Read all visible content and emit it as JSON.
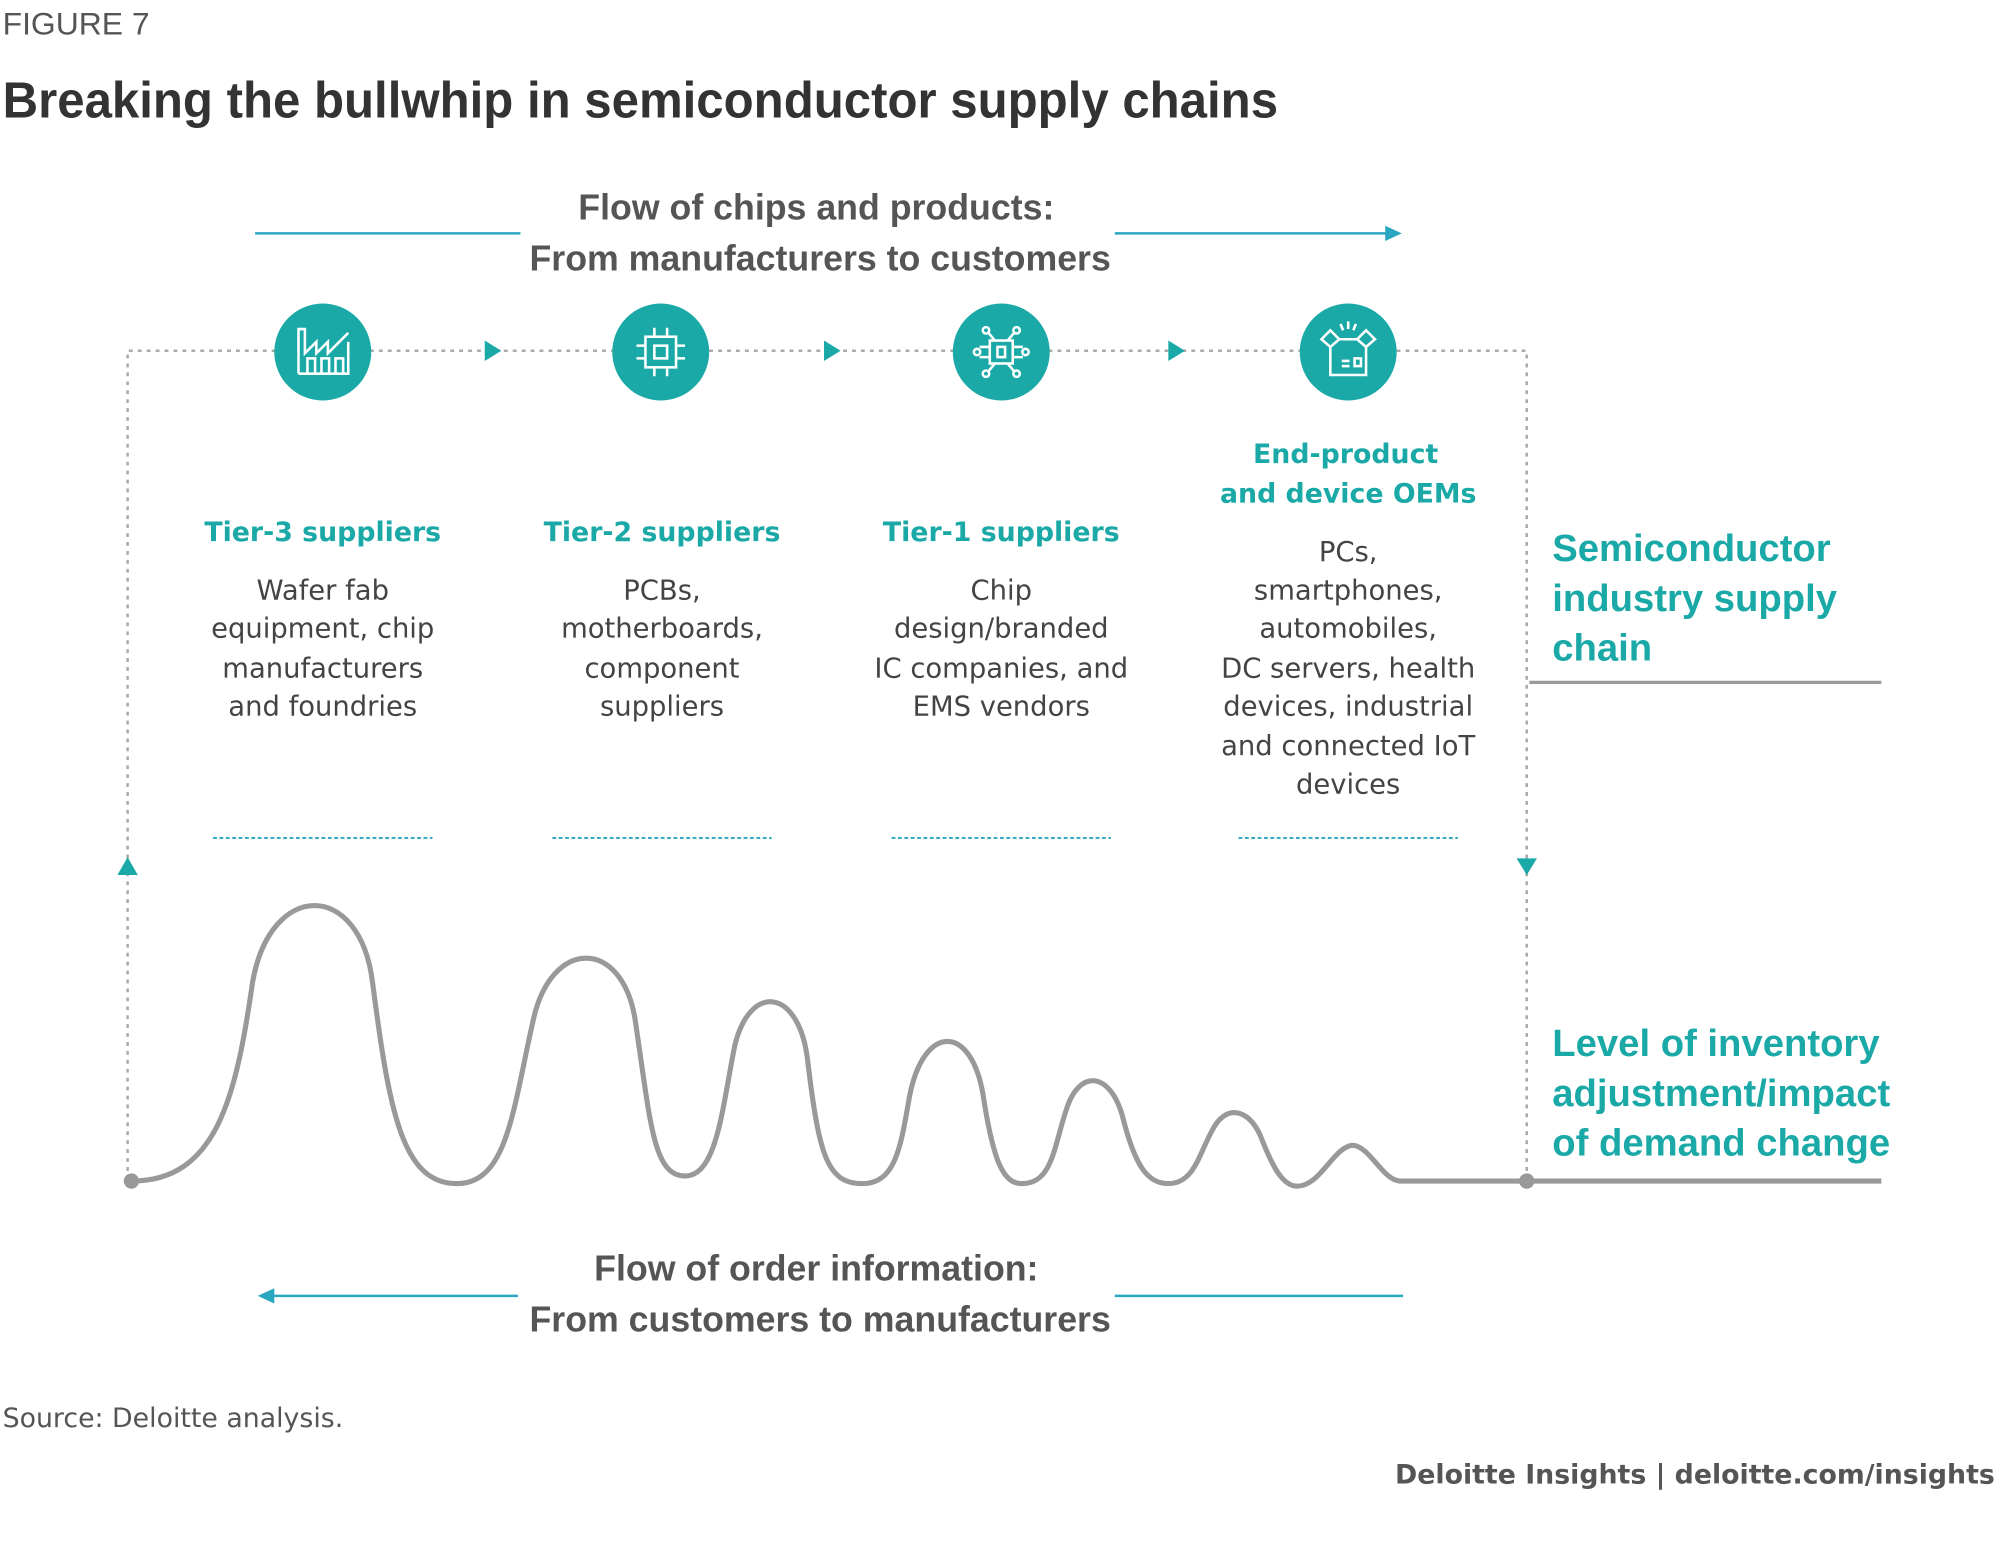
{
  "figure_label": "FIGURE 7",
  "title": "Breaking the bullwhip in semiconductor supply chains",
  "top_flow": {
    "line1": "Flow of chips and products:",
    "line2": "From manufacturers to customers"
  },
  "bottom_flow": {
    "line1": "Flow of order information:",
    "line2": "From customers to manufacturers"
  },
  "tiers": [
    {
      "icon": "factory-icon",
      "title": [
        "Tier-3 suppliers"
      ],
      "desc": [
        "Wafer fab",
        "equipment, chip",
        "manufacturers",
        "and foundries"
      ]
    },
    {
      "icon": "chip-icon",
      "title": [
        "Tier-2 suppliers"
      ],
      "desc": [
        "PCBs,",
        "motherboards,",
        "component",
        "suppliers"
      ]
    },
    {
      "icon": "circuit-icon",
      "title": [
        "Tier-1 suppliers"
      ],
      "desc": [
        "Chip",
        "design/branded",
        "IC companies, and",
        "EMS vendors"
      ]
    },
    {
      "icon": "open-box-icon",
      "title": [
        "End-product",
        "and device OEMs"
      ],
      "desc": [
        "PCs,",
        "smartphones,",
        "automobiles,",
        "DC servers, health",
        "devices, industrial",
        "and connected IoT",
        "devices"
      ]
    }
  ],
  "side_labels": {
    "supply_chain": [
      "Semiconductor",
      "industry supply",
      "chain"
    ],
    "inventory": [
      "Level of inventory",
      "adjustment/impact",
      "of demand change"
    ]
  },
  "source": "Source: Deloitte analysis.",
  "footer": "Deloitte Insights | deloitte.com/insights",
  "colors": {
    "accent": "#1aa9a7",
    "line": "#999999",
    "text": "#444444"
  }
}
